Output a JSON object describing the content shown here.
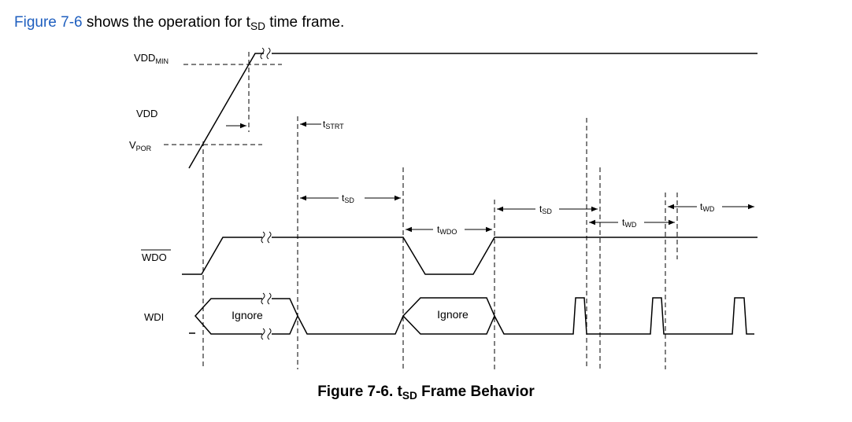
{
  "intro": {
    "link_text": "Figure 7-6",
    "before_sub": " shows the operation for t",
    "sub": "SD",
    "after": " time frame."
  },
  "labels": {
    "vdd_min_main": "VDD",
    "vdd_min_sub": "MIN",
    "vdd": "VDD",
    "vpor_main": "V",
    "vpor_sub": "POR",
    "wdo": "WDO",
    "wdi": "WDI"
  },
  "timings": {
    "tstrt_main": "t",
    "tstrt_sub": "STRT",
    "tsd_main": "t",
    "tsd_sub": "SD",
    "twdo_main": "t",
    "twdo_sub": "WDO",
    "twd_main": "t",
    "twd_sub": "WD"
  },
  "ignore_label": "Ignore",
  "caption": {
    "prefix": "Figure 7-6. t",
    "sub": "SD",
    "suffix": " Frame Behavior"
  },
  "colors": {
    "link": "#1f5fbf",
    "ink": "#000000"
  }
}
